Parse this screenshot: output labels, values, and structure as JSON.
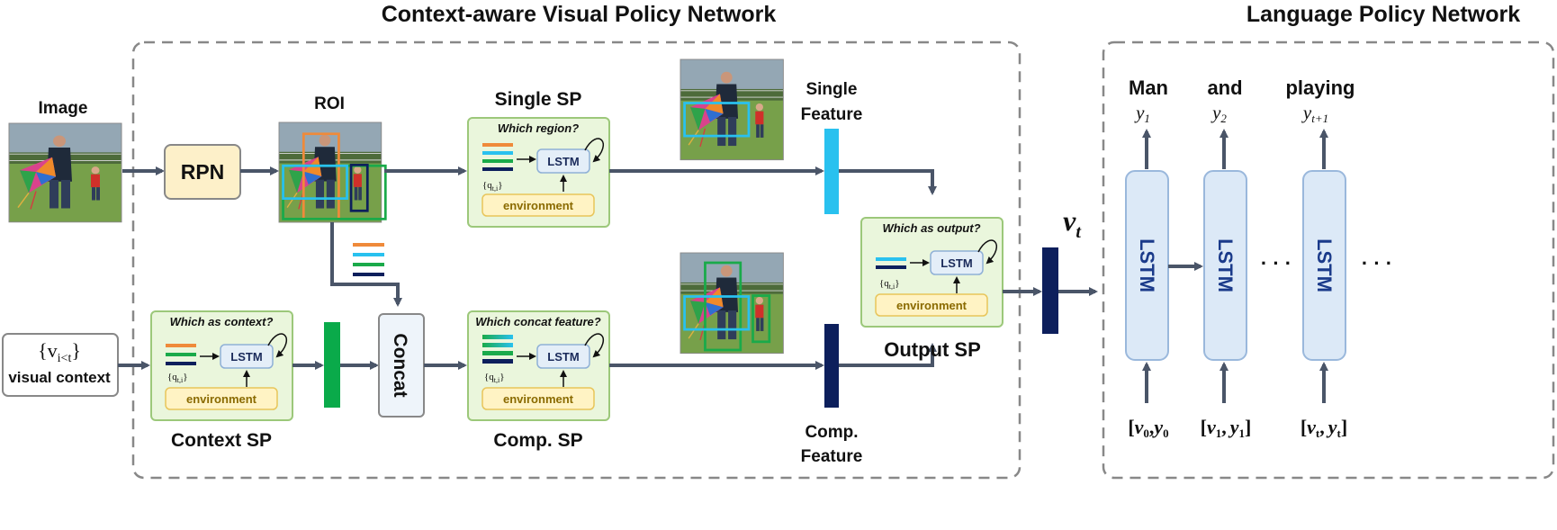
{
  "titles": {
    "visual_network": "Context-aware Visual Policy Network",
    "language_network": "Language Policy Network"
  },
  "labels": {
    "image": "Image",
    "rpn": "RPN",
    "roi": "ROI",
    "single_sp": "Single SP",
    "single_feature_1": "Single",
    "single_feature_2": "Feature",
    "comp_feature_1": "Comp.",
    "comp_feature_2": "Feature",
    "output_sp": "Output SP",
    "context_sp": "Context SP",
    "comp_sp": "Comp. SP",
    "concat": "Concat",
    "v_t": "v",
    "v_t_sub": "t",
    "visual_context_math": "{v",
    "visual_context_sub": "i<t",
    "visual_context_close": "}",
    "visual_context": "visual context"
  },
  "policy_boxes": {
    "single": {
      "question": "Which region?",
      "lstm": "LSTM",
      "environment": "environment",
      "q": "{q",
      "q_sub": "t,i",
      "q_close": "}"
    },
    "output": {
      "question": "Which as output?",
      "lstm": "LSTM",
      "environment": "environment",
      "q": "{q",
      "q_sub": "t,i",
      "q_close": "}"
    },
    "context": {
      "question": "Which as context?",
      "lstm": "LSTM",
      "environment": "environment",
      "q": "{q",
      "q_sub": "t,i",
      "q_close": "}"
    },
    "comp": {
      "question": "Which concat feature?",
      "lstm": "LSTM",
      "environment": "environment",
      "q": "{q",
      "q_sub": "t,i",
      "q_close": "}"
    }
  },
  "language": {
    "words": [
      "Man",
      "and",
      "playing"
    ],
    "outputs": [
      {
        "base": "y",
        "sub": "1"
      },
      {
        "base": "y",
        "sub": "2"
      },
      {
        "base": "y",
        "sub": "t+1"
      }
    ],
    "lstm_label": "LSTM",
    "inputs": [
      {
        "open": "[",
        "v": "v",
        "vsub": "0",
        "comma": ",",
        "y": "y",
        "ysub": "0",
        "close": ""
      },
      {
        "open": "[",
        "v": "v",
        "vsub": "1",
        "comma": ",",
        "y": "y",
        "ysub": "1",
        "close": "]"
      },
      {
        "open": "[",
        "v": "v",
        "vsub": "t",
        "comma": ",",
        "y": "y",
        "ysub": "t",
        "close": "]"
      }
    ],
    "dots": "· · ·",
    "dots_end": "· · ·"
  },
  "colors": {
    "arrow": "#4a5568",
    "policy_fill": "#eaf6dc",
    "policy_stroke": "#9cc87a",
    "env_fill": "#fff3c4",
    "env_stroke": "#e8c55a",
    "lstm_small_fill": "#e4eef8",
    "lstm_small_stroke": "#8fb0d6",
    "lstm_big_fill": "#dce9f7",
    "lstm_big_stroke": "#9ab8dc",
    "rpn_fill": "#fdf0c9",
    "single_feature": "#29c1ef",
    "comp_feature": "#0d1f5c",
    "context_feature": "#0aaa4a",
    "v_t": "#0d1f5c",
    "orange": "#ef8a3a",
    "cyan": "#29c1ef",
    "green": "#1aaa4a",
    "navy": "#0d1f5c"
  },
  "icons": {
    "image": "photo-man-kite-child",
    "roi": "photo-with-roi-boxes"
  }
}
